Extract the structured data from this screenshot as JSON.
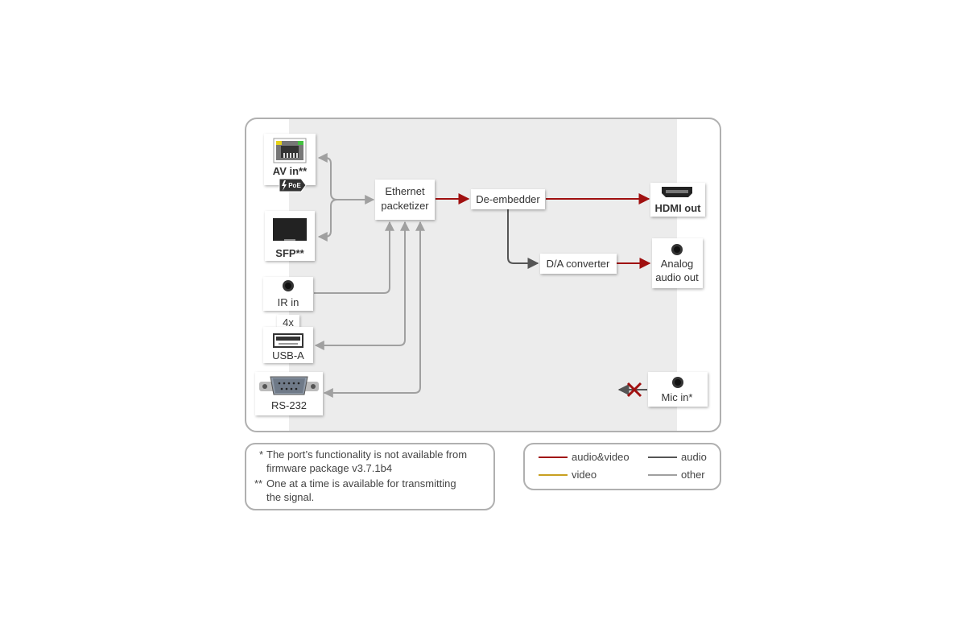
{
  "ports": {
    "av_in": "AV in**",
    "poe": "PoE",
    "sfp": "SFP**",
    "ir_in": "IR in",
    "usb_count": "4x",
    "usb_a": "USB-A",
    "rs232": "RS-232",
    "hdmi_out": "HDMI out",
    "analog_line1": "Analog",
    "analog_line2": "audio out",
    "mic_in": "Mic in*"
  },
  "blocks": {
    "eth_line1": "Ethernet",
    "eth_line2": "packetizer",
    "deembedder": "De-embedder",
    "da_converter": "D/A converter"
  },
  "notes": {
    "n1_mark": "*",
    "n1_line1": "The port’s functionality is not available from",
    "n1_line2": "firmware package v3.7.1b4",
    "n2_mark": "**",
    "n2_line1": "One at a time is available for transmitting",
    "n2_line2": "the signal."
  },
  "legend": {
    "audio_video": "audio&video",
    "audio": "audio",
    "video": "video",
    "other": "other"
  },
  "colors": {
    "audio_video": "#a01010",
    "audio": "#555555",
    "video": "#c8a020",
    "other": "#a0a0a0",
    "frame": "#b0b0b0",
    "panel": "#ececec"
  }
}
